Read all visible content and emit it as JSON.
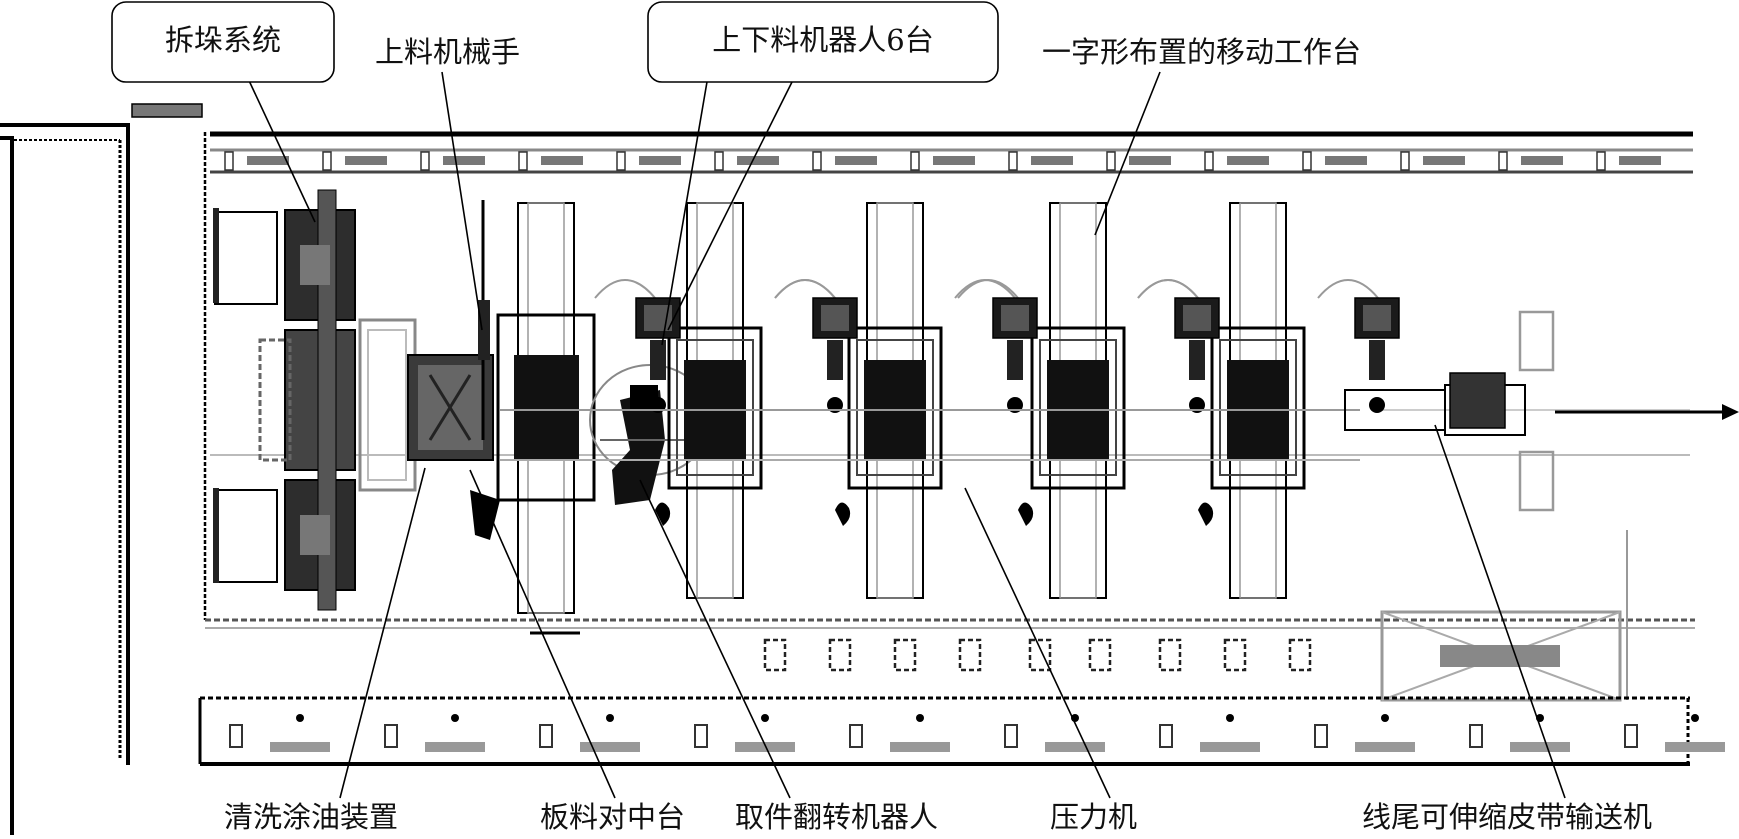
{
  "callouts": {
    "destacking": "拆垛系统",
    "loading_manipulator": "上料机械手",
    "robots": "上下料机器人6台",
    "workbench": "一字形布置的移动工作台",
    "cleaning_oiling": "清洗涂油装置",
    "centering_table": "板料对中台",
    "flip_robot": "取件翻转机器人",
    "press": "压力机",
    "tail_conveyor": "线尾可伸缩皮带输送机"
  }
}
